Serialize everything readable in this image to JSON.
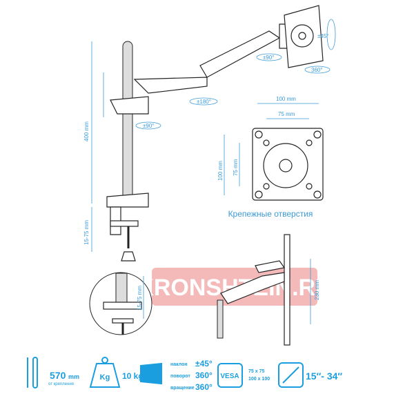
{
  "arm_rotations": {
    "tilt": "±45°",
    "pan_head": "±90°",
    "rotate": "360°",
    "arm_swivel": "±180°",
    "base_swivel": "±90°"
  },
  "dimensions": {
    "pole_height": "400 mm",
    "clamp_range": "15-75 mm",
    "inset_clamp_range": "15-75 mm",
    "side_height": "230 mm"
  },
  "vesa_plate": {
    "outer_width": "100 mm",
    "inner_width": "75 mm",
    "outer_height": "100 mm",
    "inner_height": "75 mm",
    "caption": "Крепежные отверстия"
  },
  "watermark": "KRONSHTEIN.RU",
  "specs": {
    "reach_value": "570",
    "reach_unit": "mm",
    "reach_note": "от крепления",
    "weight_icon_label": "Kg",
    "weight_value": "10 kg",
    "tilt_label": "наклон",
    "tilt_value": "±45°",
    "swivel_label": "поворот",
    "swivel_value": "360°",
    "rotation_label": "вращение",
    "rotation_value": "360°",
    "vesa_icon_label": "VESA",
    "vesa_1": "75 x 75",
    "vesa_2": "100 x 100",
    "screen_size": "15″- 34″"
  },
  "colors": {
    "accent": "#1a9ee0",
    "dimension": "#3a9ad9",
    "watermark": "#e23b3b"
  }
}
